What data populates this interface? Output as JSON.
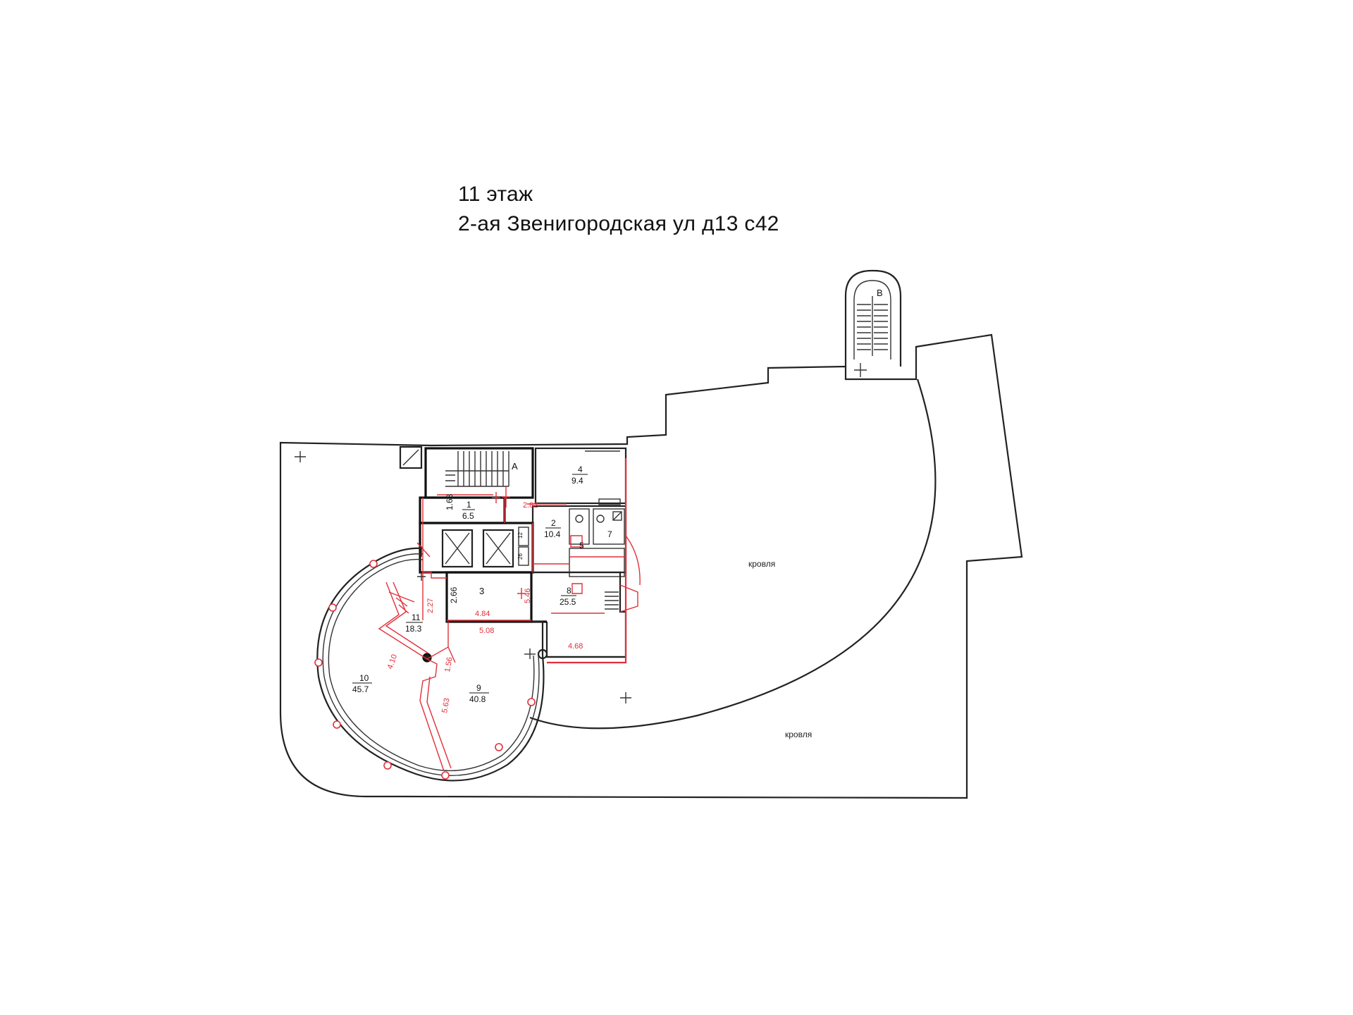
{
  "title": {
    "line1": "11 этаж",
    "line2": "2-ая Звенигородская ул д13 с42"
  },
  "stair_labels": {
    "a": "А",
    "b": "В"
  },
  "rooms": [
    {
      "id": "room-1",
      "number": "1",
      "area": "6.5"
    },
    {
      "id": "room-2",
      "number": "2",
      "area": "10.4"
    },
    {
      "id": "room-3",
      "number": "3",
      "area": ""
    },
    {
      "id": "room-4",
      "number": "4",
      "area": "9.4"
    },
    {
      "id": "room-5",
      "number": "5",
      "area": ""
    },
    {
      "id": "room-7",
      "number": "7",
      "area": ""
    },
    {
      "id": "room-8",
      "number": "8",
      "area": "25.5"
    },
    {
      "id": "room-9",
      "number": "9",
      "area": "40.8"
    },
    {
      "id": "room-10",
      "number": "10",
      "area": "45.7"
    },
    {
      "id": "room-11",
      "number": "11",
      "area": "18.3"
    }
  ],
  "dimensions": {
    "d_1_63": "1.63",
    "d_2_82": "2.82",
    "d_2_66": "2.66",
    "d_2_27": "2.27",
    "d_4_84": "4.84",
    "d_5_08": "5.08",
    "d_5_46": "5.46",
    "d_4_68": "4.68",
    "d_4_10": "4.10",
    "d_1_56": "1.56",
    "d_5_63": "5.63",
    "d_small_a": "12",
    "d_small_b": "26"
  },
  "roof_label": "кровля",
  "colors": {
    "wall": "#222222",
    "redline": "#e0303a",
    "background": "#ffffff"
  }
}
